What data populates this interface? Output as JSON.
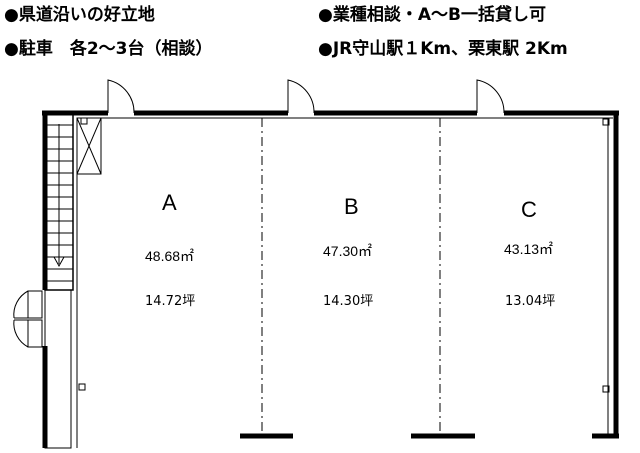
{
  "notes": {
    "n1": "●県道沿いの好立地",
    "n2": "●駐車　各2～3台（相談）",
    "n3": "●業種相談・A～B一括貸し可",
    "n4": "●JR守山駅１Km、栗東駅 2Km"
  },
  "rooms": [
    {
      "letter": "A",
      "area": "48.68㎡",
      "tsubo": "14.72坪"
    },
    {
      "letter": "B",
      "area": "47.30㎡",
      "tsubo": "14.30坪"
    },
    {
      "letter": "C",
      "area": "43.13㎡",
      "tsubo": "13.04坪"
    }
  ]
}
